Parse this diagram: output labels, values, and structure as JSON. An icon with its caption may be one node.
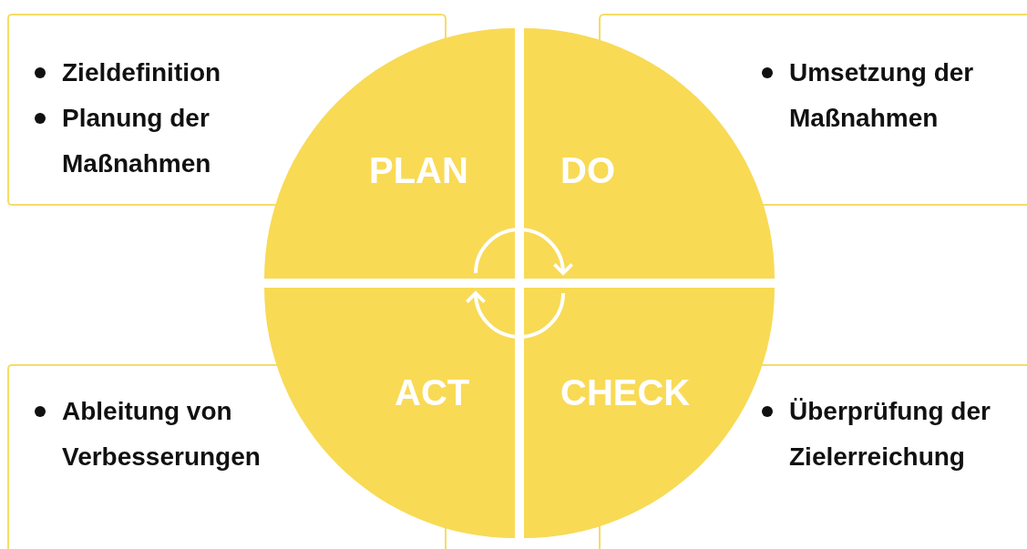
{
  "diagram": {
    "nodes": [
      {
        "text": [
          "Zieldefinition",
          "Planung der Maßnahmen"
        ]
      },
      {
        "text": [
          "Umsetzung der Maßnahmen"
        ]
      },
      {
        "text": [
          "PLAN"
        ]
      },
      {
        "text": [
          "DO"
        ]
      },
      {
        "text": [
          "ACT"
        ]
      },
      {
        "text": [
          "CHECK"
        ]
      },
      {
        "text": [
          "Ableitung von Verbesserungen"
        ]
      },
      {
        "text": [
          "Überprüfung der Zielerreichung"
        ]
      }
    ],
    "edges": [
      {
        "from": 2,
        "to": 3,
        "arrow": "to"
      },
      {
        "from": 5,
        "to": 4,
        "arrow": "to"
      }
    ]
  }
}
